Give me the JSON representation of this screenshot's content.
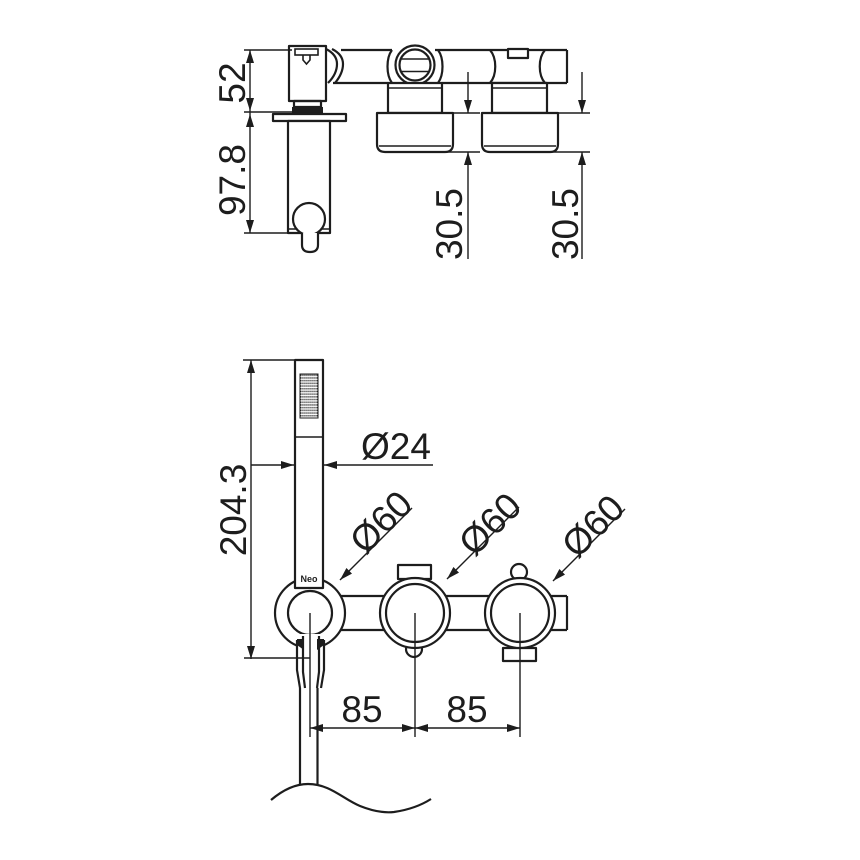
{
  "colors": {
    "background": "#ffffff",
    "line": "#1d1d1d"
  },
  "side_view": {
    "dim_bar_height": "52",
    "dim_body_height": "97.8",
    "dim_handle_depth_middle": "30.5",
    "dim_handle_depth_right": "30.5"
  },
  "front_view": {
    "dim_handshower_length": "204.3",
    "dim_handshower_diameter": "Ø24",
    "dim_knob_diameter_left": "Ø60",
    "dim_knob_diameter_middle": "Ø60",
    "dim_knob_diameter_right": "Ø60",
    "dim_knob_spacing_left": "85",
    "dim_knob_spacing_right": "85",
    "brand_label": "Neo"
  }
}
